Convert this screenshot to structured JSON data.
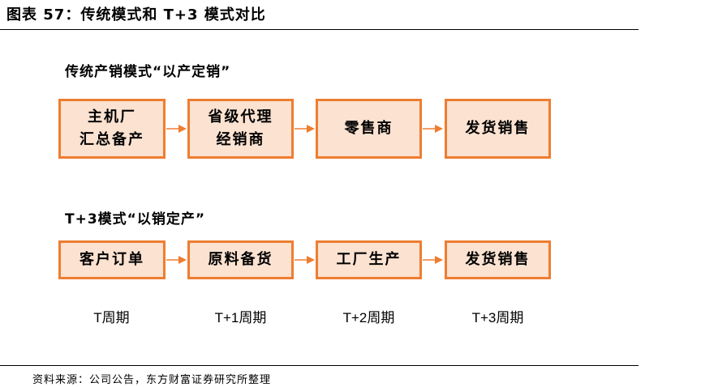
{
  "title": "图表 57：传统模式和 T+3 模式对比",
  "traditional": {
    "label": "传统产销模式“以产定销”",
    "steps": [
      {
        "line1": "主机厂",
        "line2": "汇总备产"
      },
      {
        "line1": "省级代理",
        "line2": "经销商"
      },
      {
        "line1": "零售商",
        "line2": ""
      },
      {
        "line1": "发货销售",
        "line2": ""
      }
    ]
  },
  "t3": {
    "label": "T+3模式“以销定产”",
    "steps": [
      "客户订单",
      "原料备货",
      "工厂生产",
      "发货销售"
    ],
    "periods": [
      "T周期",
      "T+1周期",
      "T+2周期",
      "T+3周期"
    ]
  },
  "source": "资料来源：公司公告，东方财富证券研究所整理",
  "colors": {
    "box_fill": "#fbe2d1",
    "box_border": "#ee7d31",
    "arrow": "#ee7d31"
  }
}
